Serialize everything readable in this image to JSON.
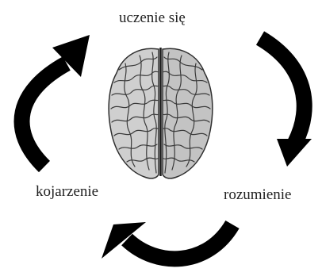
{
  "diagram": {
    "labels": {
      "top": "uczenie się",
      "right": "rozumienie",
      "left": "kojarzenie"
    },
    "center_image": "brain-illustration",
    "arrow_icon": "curved-arrow-icon",
    "arrow_color": "#000000",
    "brain_fill": "#c9c9c9",
    "brain_line": "#3a3a3a"
  }
}
